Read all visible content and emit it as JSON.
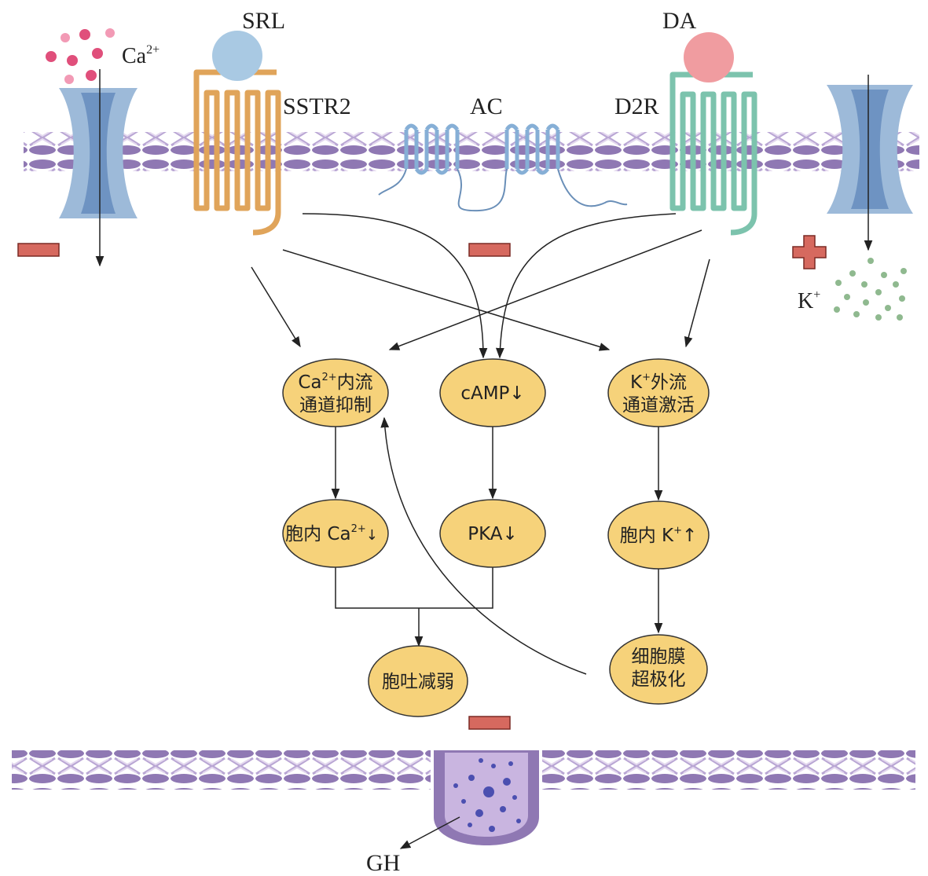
{
  "labels": {
    "ca": "Ca",
    "ca_sup": "2+",
    "srl": "SRL",
    "sstr2": "SSTR2",
    "ac": "AC",
    "da": "DA",
    "d2r": "D2R",
    "k": "K",
    "k_sup": "+",
    "gh": "GH"
  },
  "nodes": {
    "ca_inhibit": {
      "line1_a": "Ca",
      "line1_sup": "2+",
      "line1_b": "内流",
      "line2": "通道抑制"
    },
    "camp": {
      "text": "cAMP↓"
    },
    "k_activate": {
      "line1_a": "K",
      "line1_sup": "+",
      "line1_b": "外流",
      "line2": "通道激活"
    },
    "intra_ca": {
      "a": "胞内 Ca",
      "sup": "2+",
      "arrow": "↓"
    },
    "pka": {
      "text": "PKA↓"
    },
    "intra_k": {
      "a": "胞内 K",
      "sup": "+",
      "b": "↑"
    },
    "exocytosis": {
      "text": "胞吐减弱"
    },
    "hyperpol": {
      "line1": "细胞膜",
      "line2": "超极化"
    }
  },
  "colors": {
    "membrane_purple": "#8f78b3",
    "membrane_light": "#ddd0ea",
    "channel_blue": "#9dbad9",
    "channel_dark": "#6e93c2",
    "sstr2_orange": "#e0a45a",
    "d2r_green": "#7cc3ad",
    "srl_ball": "#a9c9e3",
    "da_ball": "#f09ca0",
    "ac_blue": "#a8c8e4",
    "node_fill": "#f6d27a",
    "minus_red": "#d6695f",
    "ca_ion": "#e04f7b",
    "k_ion": "#8fb98f",
    "vesicle": "#c9b5e0"
  }
}
